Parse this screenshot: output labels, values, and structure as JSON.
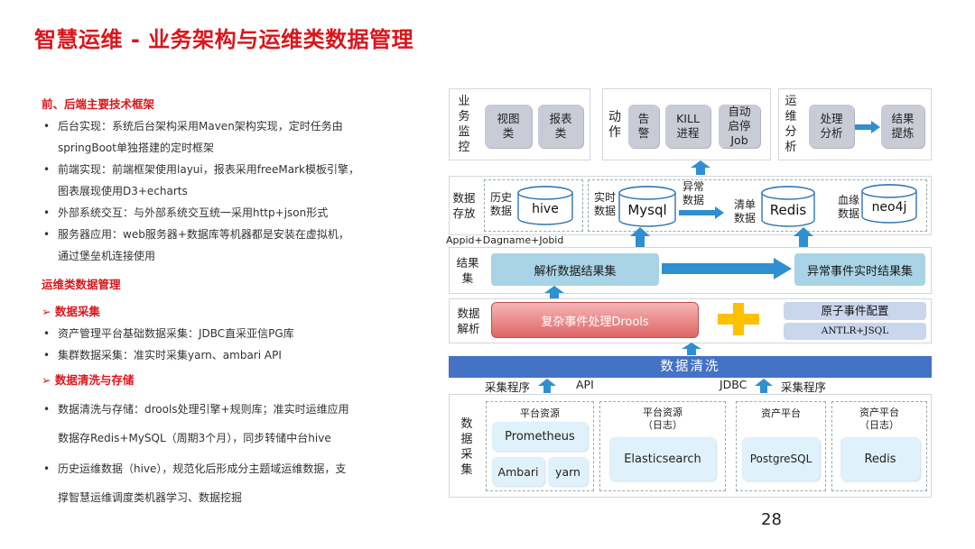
{
  "slide": {
    "title": "智慧运维 - 业务架构与运维类数据管理",
    "page_number": "28"
  },
  "left": {
    "section1_title": "前、后端主要技术框架",
    "section1_items": [
      "后台实现：系统后台架构采用Maven架构实现，定时任务由",
      "springBoot单独搭建的定时框架",
      "前端实现：前端框架使用layui，报表采用freeMark模板引擎，",
      "图表展现使用D3+echarts",
      "外部系统交互：与外部系统交互统一采用http+json形式",
      "服务器应用：web服务器+数据库等机器都是安装在虚拟机，",
      "通过堡垒机连接使用"
    ],
    "section2_title": "运维类数据管理",
    "sub1_title": "数据采集",
    "sub1_items": [
      "资产管理平台基础数据采集：JDBC直采亚信PG库",
      "集群数据采集：准实时采集yarn、ambari API"
    ],
    "sub2_title": "数据清洗与存储",
    "sub2_items": [
      "数据清洗与存储：drools处理引擎+规则库；准实时运维应用",
      "数据存Redis+MySQL（周期3个月），同步转储中台hive",
      "历史运维数据（hive），规范化后形成分主题域运维数据，支",
      "撑智慧运维调度类机器学习、数据挖掘"
    ]
  },
  "diagram": {
    "top": {
      "monitor_label": "业务监控",
      "monitor_chips": [
        "视图类",
        "报表类"
      ],
      "action_label": "动作",
      "action_chips": [
        "告警",
        "KILL进程",
        "自动启停Job"
      ],
      "analysis_label": "运维分析",
      "analysis_chips": [
        "处理分析",
        "结果提炼"
      ]
    },
    "storage": {
      "label": "数据存放",
      "history_label": "历史数据",
      "hive": "hive",
      "realtime_label": "实时数据",
      "mysql": "Mysql",
      "abnormal_label": "异常数据",
      "list_label": "清单数据",
      "redis": "Redis",
      "lineage_label": "血缘数据",
      "neo4j": "neo4j"
    },
    "appid_label": "Appid+Dagname+Jobid",
    "result": {
      "label": "结果集",
      "parse": "解析数据结果集",
      "abnormal": "异常事件实时结果集"
    },
    "parse_layer": {
      "label": "数据解析",
      "drools": "复杂事件处理Drools",
      "atomic": "原子事件配置",
      "antlr": "ANTLR+JSQL"
    },
    "cleaning": "数据清洗",
    "collect_labels": {
      "prog_left": "采集程序",
      "api": "API",
      "jdbc": "JDBC",
      "prog_right": "采集程序"
    },
    "collect": {
      "label": "数据采集",
      "g1_title": "平台资源",
      "prometheus": "Prometheus",
      "ambari": "Ambari",
      "yarn": "yarn",
      "g2_title": "平台资源（日志）",
      "elasticsearch": "Elasticsearch",
      "g3_title": "资产平台",
      "postgresql": "PostgreSQL",
      "g4_title": "资产平台（日志）",
      "redis": "Redis"
    }
  },
  "colors": {
    "title_red": "#d9161c",
    "arrow_blue": "#2e8fd1",
    "banner_blue": "#4472c4",
    "drools_red": "#e06666",
    "plus_orange": "#ffc000"
  }
}
